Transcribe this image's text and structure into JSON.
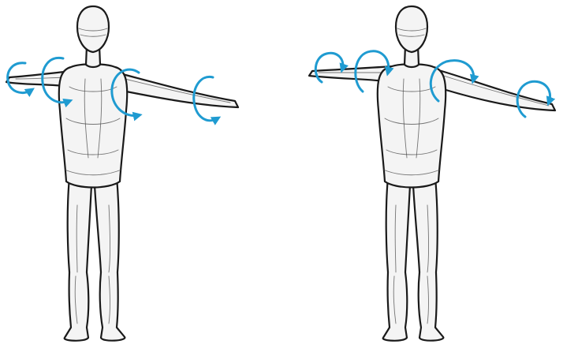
{
  "colors": {
    "background": "#ffffff",
    "ink": "#1a1a1a",
    "rotation_arrow": "#1f9bd1"
  },
  "figures": [
    {
      "id": "left",
      "pose": "t-pose",
      "rotation_markers": [
        {
          "location": "right-wrist",
          "direction": "counterclockwise"
        },
        {
          "location": "right-shoulder",
          "direction": "counterclockwise"
        },
        {
          "location": "left-shoulder",
          "direction": "counterclockwise"
        },
        {
          "location": "left-wrist",
          "direction": "counterclockwise"
        }
      ]
    },
    {
      "id": "right",
      "pose": "t-pose",
      "rotation_markers": [
        {
          "location": "right-wrist",
          "direction": "clockwise"
        },
        {
          "location": "right-shoulder",
          "direction": "clockwise"
        },
        {
          "location": "left-shoulder",
          "direction": "clockwise"
        },
        {
          "location": "left-wrist",
          "direction": "clockwise"
        }
      ]
    }
  ]
}
